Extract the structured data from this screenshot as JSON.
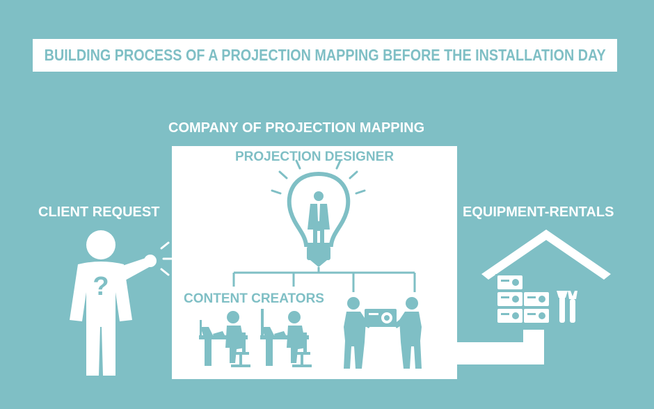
{
  "title": "BUILDING PROCESS OF A PROJECTION MAPPING BEFORE THE INSTALLATION DAY",
  "company": {
    "label": "COMPANY OF PROJECTION MAPPING"
  },
  "client": {
    "label": "CLIENT REQUEST",
    "icon": "question-person-icon"
  },
  "designer": {
    "label": "PROJECTION DESIGNER",
    "icon": "lightbulb-person-icon"
  },
  "creators": {
    "label": "CONTENT CREATORS",
    "icons": [
      "desk-worker-icon",
      "desk-worker-icon",
      "carrying-projector-icon"
    ]
  },
  "rentals": {
    "label": "EQUIPMENT-RENTALS",
    "icon": "warehouse-projectors-icon"
  },
  "colors": {
    "background": "#7fbfc5",
    "panel": "#ffffff",
    "accent": "#7fbfc5"
  }
}
